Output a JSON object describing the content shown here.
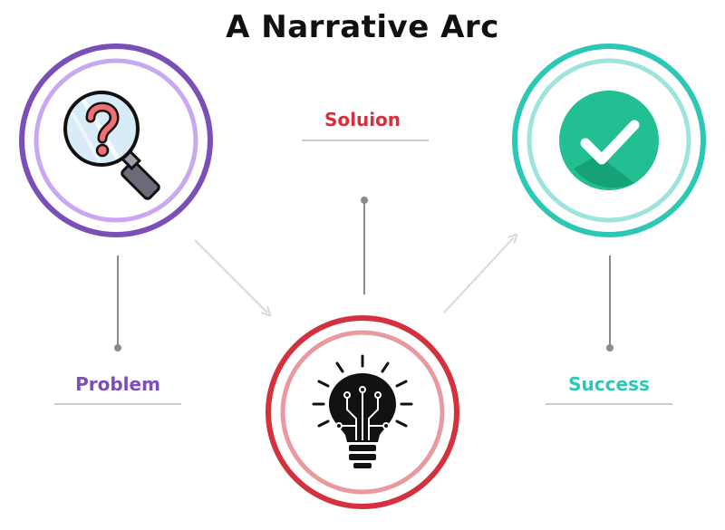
{
  "title": "A Narrative Arc",
  "stages": [
    {
      "label": "Problem",
      "color": "#7b4fb8",
      "inner_color": "#c9a8f2",
      "icon": "magnifier-question-icon"
    },
    {
      "label": "Soluion",
      "color": "#d3313e",
      "inner_color": "#e99aa1",
      "icon": "lightbulb-circuit-icon"
    },
    {
      "label": "Success",
      "color": "#2cc8b5",
      "inner_color": "#9de5dc",
      "icon": "checkmark-icon"
    }
  ],
  "colors": {
    "connector": "#8a8a8a",
    "arrow": "#d9d9d9",
    "underline": "#bbbbbb"
  }
}
